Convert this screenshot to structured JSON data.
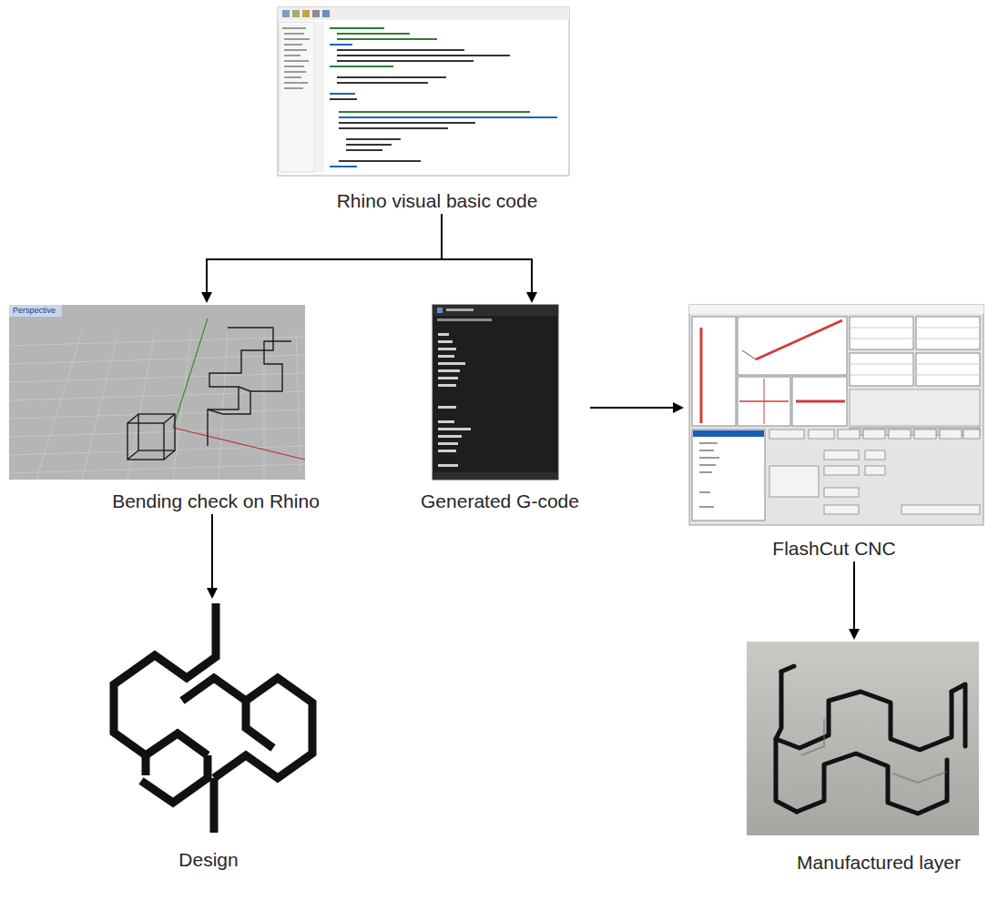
{
  "diagram": {
    "nodes": [
      {
        "text": [
          "Rhino visual basic code"
        ]
      },
      {
        "text": [
          "Bending check on Rhino"
        ]
      },
      {
        "text": [
          "Generated G-code"
        ]
      },
      {
        "text": [
          "FlashCut CNC"
        ]
      },
      {
        "text": [
          "Design"
        ]
      },
      {
        "text": [
          "Manufactured layer"
        ]
      }
    ],
    "edges": [
      {
        "from": 0,
        "to": 1,
        "arrow": "to"
      },
      {
        "from": 0,
        "to": 2,
        "arrow": "to"
      },
      {
        "from": 2,
        "to": 3,
        "arrow": "to"
      },
      {
        "from": 1,
        "to": 4,
        "arrow": "to"
      },
      {
        "from": 3,
        "to": 5,
        "arrow": "to"
      }
    ],
    "labels": [
      "Perspective"
    ]
  }
}
